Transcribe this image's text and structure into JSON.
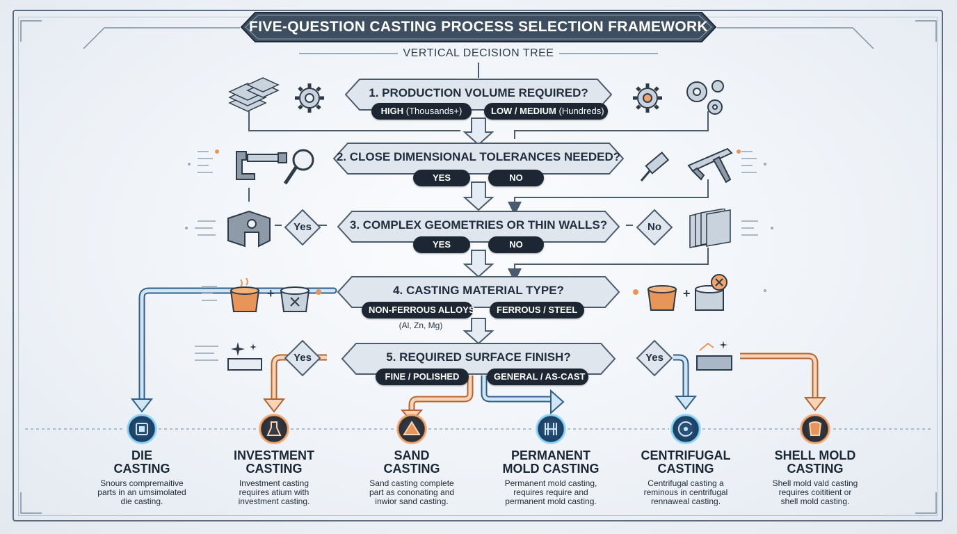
{
  "title": "FIVE-QUESTION CASTING PROCESS SELECTION FRAMEWORK",
  "subtitle": "VERTICAL DECISION TREE",
  "colors": {
    "dark": "#1c2733",
    "blue": "#7fb8e0",
    "orange": "#e8955a",
    "panel": "#dfe6ee"
  },
  "questions": [
    {
      "text": "1. PRODUCTION VOLUME REQUIRED?",
      "left": {
        "strong": "HIGH",
        "light": " (Thousands+)"
      },
      "right": {
        "strong": "LOW / MEDIUM",
        "light": " (Hundreds)"
      }
    },
    {
      "text": "2. CLOSE DIMENSIONAL TOLERANCES NEEDED?",
      "left": "YES",
      "right": "NO"
    },
    {
      "text": "3. COMPLEX GEOMETRIES OR THIN WALLS?",
      "left": "YES",
      "right": "NO",
      "diamond_left": "Yes",
      "diamond_right": "No"
    },
    {
      "text": "4. CASTING MATERIAL TYPE?",
      "left": "NON-FERROUS ALLOYS",
      "left_note": "(Al, Zn, Mg)",
      "right": "FERROUS / STEEL"
    },
    {
      "text": "5. REQUIRED SURFACE FINISH?",
      "left": "FINE / POLISHED",
      "right": "GENERAL / AS-CAST",
      "diamond_left": "Yes",
      "diamond_right": "Yes"
    }
  ],
  "outcomes": [
    {
      "name1": "DIE",
      "name2": "CASTING",
      "desc": [
        "Snours compremaitive",
        "parts in an umsimolated",
        "die casting."
      ],
      "accent": "blue",
      "icon": "die-icon"
    },
    {
      "name1": "INVESTMENT",
      "name2": "CASTING",
      "desc": [
        "Investment casting",
        "requires atium with",
        "investment casting."
      ],
      "accent": "orange",
      "icon": "flask-icon"
    },
    {
      "name1": "SAND",
      "name2": "CASTING",
      "desc": [
        "Sand casting complete",
        "part as cononating and",
        "inwior sand casting."
      ],
      "accent": "orange",
      "icon": "sand-icon"
    },
    {
      "name1": "PERMANENT",
      "name2": "MOLD CASTING",
      "desc": [
        "Permanent mold casting,",
        "requires require and",
        "permanent mold casting."
      ],
      "accent": "blue",
      "icon": "mold-icon"
    },
    {
      "name1": "CENTRIFUGAL",
      "name2": "CASTING",
      "desc": [
        "Centrifugal casting a",
        "reminous in centrifugal",
        "rennaweal casting."
      ],
      "accent": "blue",
      "icon": "spin-icon"
    },
    {
      "name1": "SHELL MOLD",
      "name2": "CASTING",
      "desc": [
        "Shell mold vald casting",
        "requires coititient or",
        "shell mold casting."
      ],
      "accent": "orange",
      "icon": "shell-icon"
    }
  ]
}
